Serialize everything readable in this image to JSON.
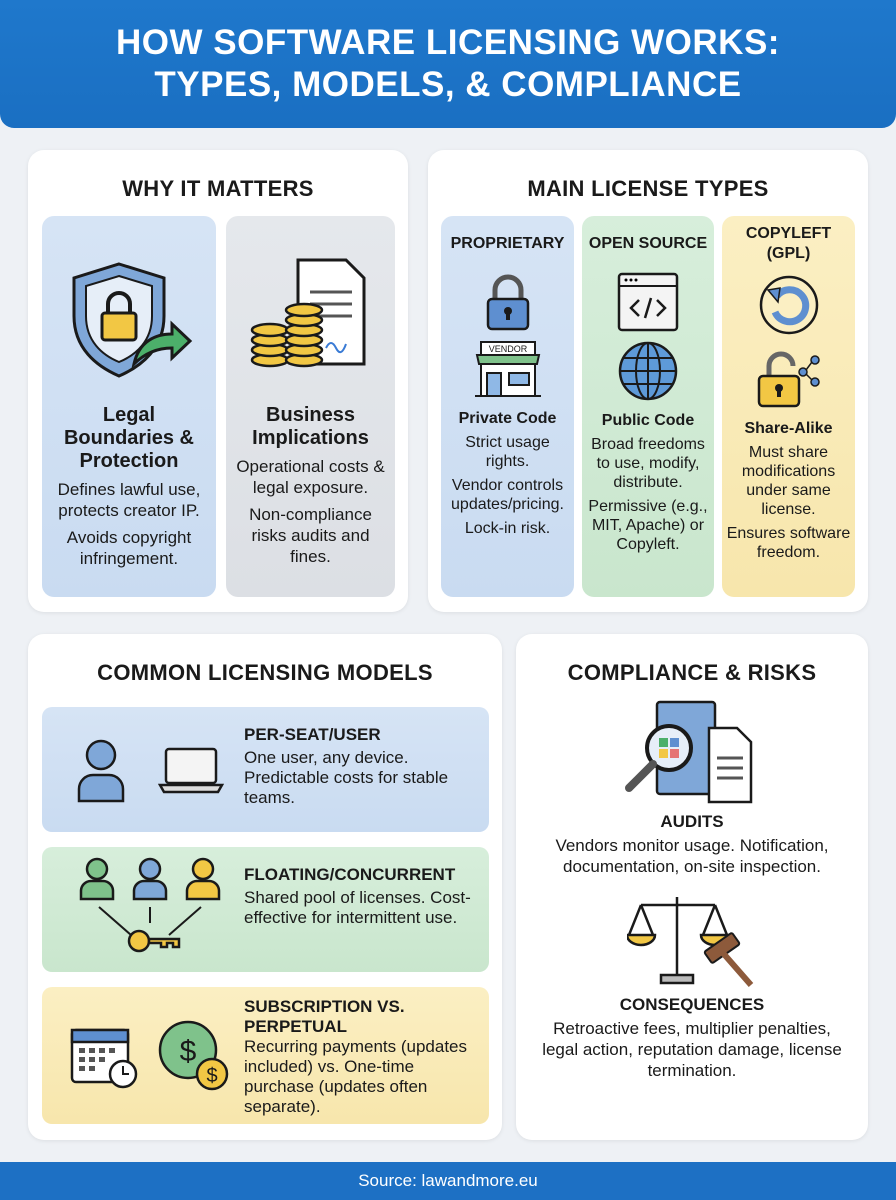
{
  "title": {
    "line1": "HOW SOFTWARE LICENSING WORKS:",
    "line2": "TYPES, MODELS, & COMPLIANCE"
  },
  "why": {
    "heading": "WHY IT MATTERS",
    "items": [
      {
        "title": "Legal Boundaries & Protection",
        "p1": "Defines lawful use, protects creator IP.",
        "p2": "Avoids copyright infringement.",
        "icon": "shield-lock-icon"
      },
      {
        "title": "Business Implications",
        "p1": "Operational costs & legal exposure.",
        "p2": "Non-compliance risks audits and fines.",
        "icon": "coins-document-icon"
      }
    ]
  },
  "types": {
    "heading": "MAIN LICENSE TYPES",
    "items": [
      {
        "name": "PROPRIETARY",
        "title": "Private Code",
        "p1": "Strict usage rights.",
        "p2": "Vendor controls updates/pricing.",
        "p3": "Lock-in risk.",
        "vendor_label": "VENDOR"
      },
      {
        "name": "OPEN SOURCE",
        "title": "Public Code",
        "p1": "Broad freedoms to use, modify, distribute.",
        "p2": "Permissive (e.g., MIT, Apache) or Copyleft."
      },
      {
        "name": "COPYLEFT (GPL)",
        "title": "Share-Alike",
        "p1": "Must share modifications under same license.",
        "p2": "Ensures software freedom."
      }
    ]
  },
  "models": {
    "heading": "COMMON LICENSING MODELS",
    "items": [
      {
        "title": "PER-SEAT/USER",
        "text": "One user, any device. Predictable costs for stable teams."
      },
      {
        "title": "FLOATING/CONCURRENT",
        "text": "Shared pool of licenses. Cost-effective for intermittent use."
      },
      {
        "title": "SUBSCRIPTION VS. PERPETUAL",
        "text": "Recurring payments (updates included) vs. One-time purchase (updates often separate)."
      }
    ]
  },
  "compliance": {
    "heading": "COMPLIANCE & RISKS",
    "audits": {
      "title": "AUDITS",
      "text": "Vendors monitor usage. Notification, documentation, on-site inspection."
    },
    "consequences": {
      "title": "CONSEQUENCES",
      "text": "Retroactive fees, multiplier penalties, legal action, reputation damage, license termination."
    }
  },
  "footer": "Source: lawandmore.eu",
  "colors": {
    "brand": "#1d70c4",
    "blue": "#d6e4f5",
    "green": "#d7eedb",
    "yellow": "#fbefc3",
    "gray": "#e5e8ec"
  }
}
